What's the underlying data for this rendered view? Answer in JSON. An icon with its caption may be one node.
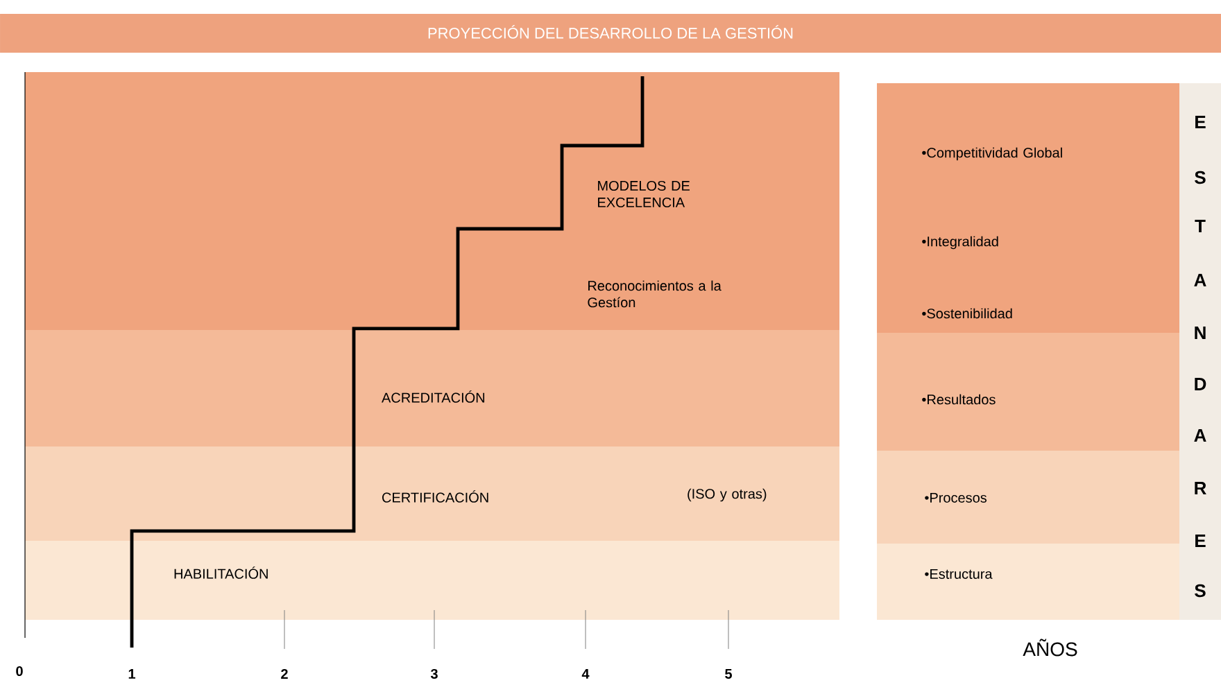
{
  "diagram": {
    "title": "PROYECCIÓN DEL DESARROLLO DE LA GESTIÓN",
    "nodes": [
      {
        "text": [
          "MODELOS DE EXCELENCIA",
          "Reconocimientos a la Gestíon"
        ]
      },
      {
        "text": [
          "ACREDITACIÓN"
        ]
      },
      {
        "text": [
          "CERTIFICACIÓN",
          "(ISO y otras)"
        ]
      },
      {
        "text": [
          "HABILITACIÓN"
        ]
      },
      {
        "text": [
          "•Competitividad Global",
          "•Integralidad",
          "•Sostenibilidad"
        ]
      },
      {
        "text": [
          "•Resultados"
        ]
      },
      {
        "text": [
          "•Procesos"
        ]
      },
      {
        "text": [
          "•Estructura"
        ]
      }
    ],
    "labels": [
      "E",
      "S",
      "T",
      "A",
      "N",
      "D",
      "A",
      "R",
      "E",
      "S",
      "0",
      "1",
      "2",
      "3",
      "4",
      "5",
      "AÑOS"
    ]
  }
}
